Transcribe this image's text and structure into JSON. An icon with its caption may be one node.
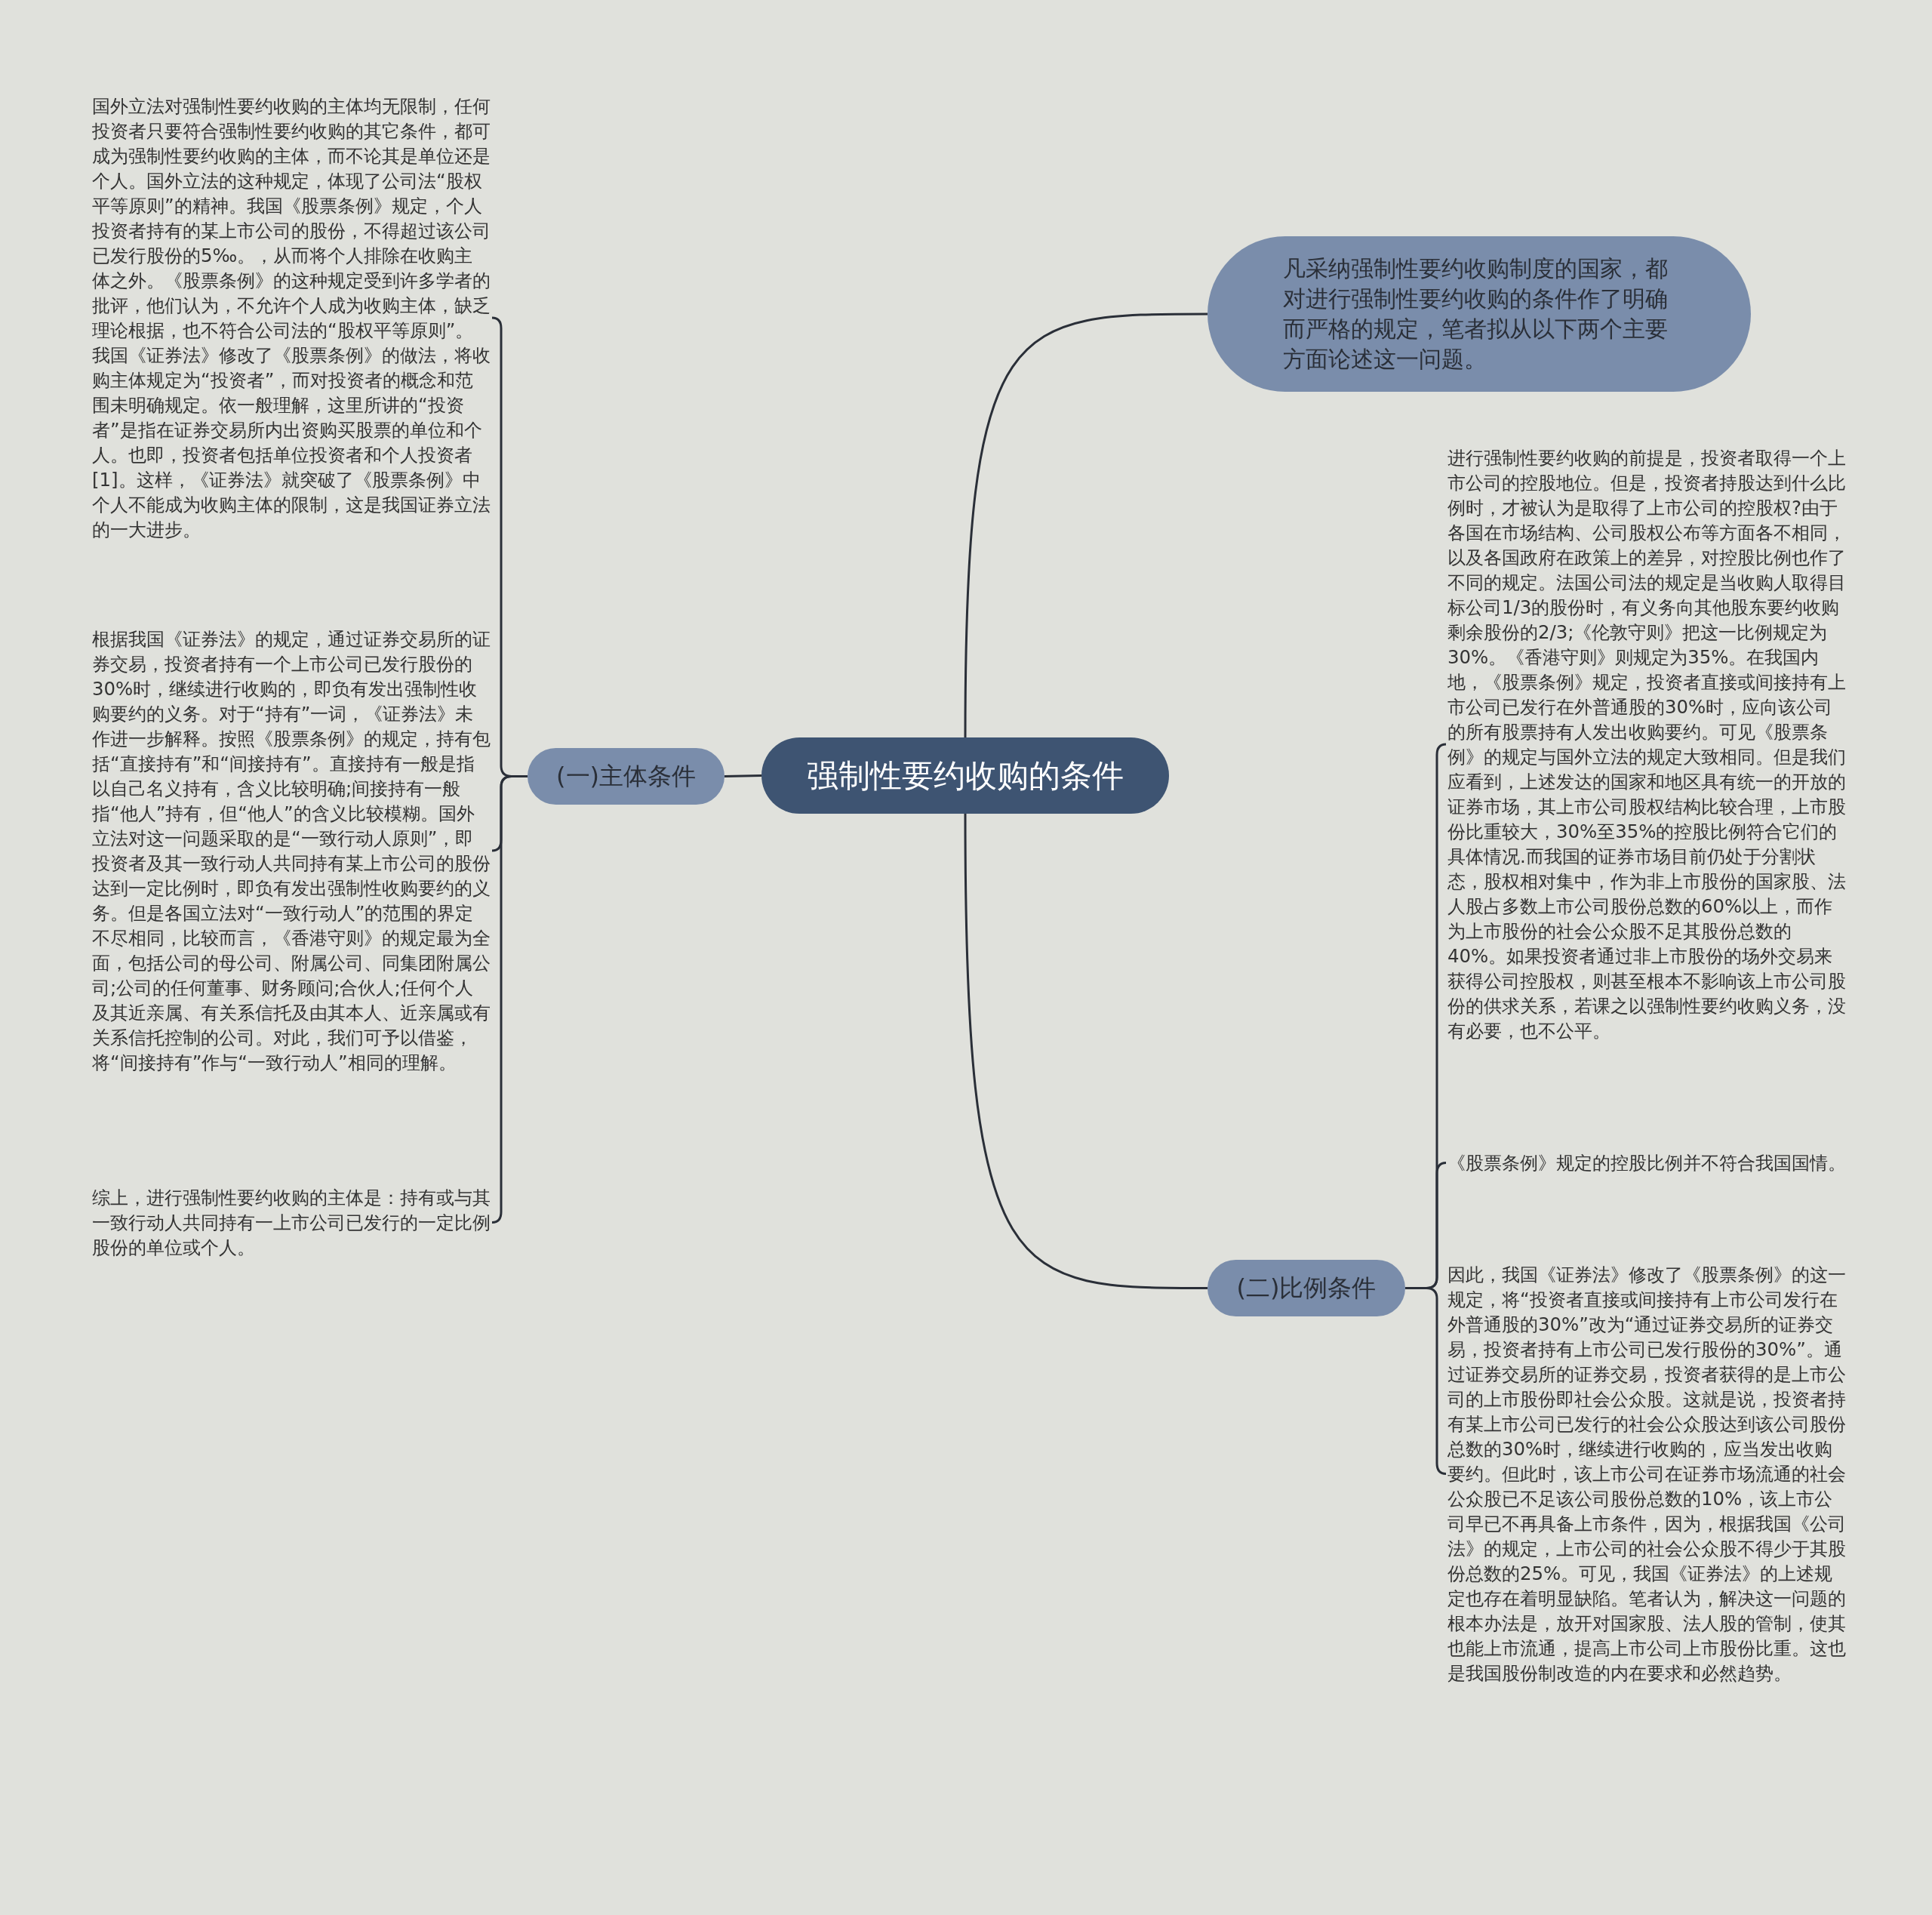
{
  "diagram": {
    "nodes": [
      {
        "text": [
          "强制性要约收购的条件"
        ]
      },
      {
        "text": [
          "凡采纳强制性要约收购制度的国家，都对进行强制性要约收购的条件作了明确而严格的规定，笔者拟从以下两个主要方面论述这一问题。"
        ]
      },
      {
        "text": [
          "(一)主体条件"
        ]
      },
      {
        "text": [
          "(二)比例条件"
        ]
      },
      {
        "text": [
          "国外立法对强制性要约收购的主体均无限制，任何投资者只要符合强制性要约收购的其它条件，都可成为强制性要约收购的主体，而不论其是单位还是个人。国外立法的这种规定，体现了公司法“股权平等原则”的精神。我国《股票条例》规定，个人投资者持有的某上市公司的股份，不得超过该公司已发行股份的5‰。，从而将个人排除在收购主体之外。《股票条例》的这种规定受到许多学者的批评，他们认为，不允许个人成为收购主体，缺乏理论根据，也不符合公司法的“股权平等原则”。我国《证券法》修改了《股票条例》的做法，将收购主体规定为“投资者”，而对投资者的概念和范围未明确规定。依一般理解，这里所讲的“投资者”是指在证券交易所内出资购买股票的单位和个人。也即，投资者包括单位投资者和个人投资者[1]。这样，《证券法》就突破了《股票条例》中个人不能成为收购主体的限制，这是我国证券立法的一大进步。"
        ]
      },
      {
        "text": [
          "根据我国《证券法》的规定，通过证券交易所的证券交易，投资者持有一个上市公司已发行股份的30%时，继续进行收购的，即负有发出强制性收购要约的义务。对于“持有”一词，《证券法》未作进一步解释。按照《股票条例》的规定，持有包括“直接持有”和“间接持有”。直接持有一般是指以自己名义持有，含义比较明确;间接持有一般指“他人”持有，但“他人”的含义比较模糊。国外立法对这一问题采取的是“一致行动人原则”，即投资者及其一致行动人共同持有某上市公司的股份达到一定比例时，即负有发出强制性收购要约的义务。但是各国立法对“一致行动人”的范围的界定不尽相同，比较而言，《香港守则》的规定最为全面，包括公司的母公司、附属公司、同集团附属公司;公司的任何董事、财务顾问;合伙人;任何个人及其近亲属、有关系信托及由其本人、近亲属或有关系信托控制的公司。对此，我们可予以借鉴，将“间接持有”作与“一致行动人”相同的理解。"
        ]
      },
      {
        "text": [
          "综上，进行强制性要约收购的主体是：持有或与其一致行动人共同持有一上市公司已发行的一定比例股份的单位或个人。"
        ]
      },
      {
        "text": [
          "进行强制性要约收购的前提是，投资者取得一个上市公司的控股地位。但是，投资者持股达到什么比例时，才被认为是取得了上市公司的控股权?由于各国在市场结构、公司股权公布等方面各不相同，以及各国政府在政策上的差异，对控股比例也作了不同的规定。法国公司法的规定是当收购人取得目标公司1/3的股份时，有义务向其他股东要约收购剩余股份的2/3;《伦敦守则》把这一比例规定为30%。《香港守则》则规定为35%。在我国内地，《股票条例》规定，投资者直接或间接持有上市公司已发行在外普通股的30%时，应向该公司的所有股票持有人发出收购要约。可见《股票条例》的规定与国外立法的规定大致相同。但是我们应看到，上述发达的国家和地区具有统一的开放的证券市场，其上市公司股权结构比较合理，上市股份比重较大，30%至35%的控股比例符合它们的具体情况.而我国的证券市场目前仍处于分割状态，股权相对集中，作为非上市股份的国家股、法人股占多数上市公司股份总数的60%以上，而作为上市股份的社会公众股不足其股份总数的40%。如果投资者通过非上市股份的场外交易来获得公司控股权，则甚至根本不影响该上市公司股份的供求关系，若课之以强制性要约收购义务，没有必要，也不公平。"
        ]
      },
      {
        "text": [
          "《股票条例》规定的控股比例并不符合我国国情。"
        ]
      },
      {
        "text": [
          "因此，我国《证券法》修改了《股票条例》的这一规定，将“投资者直接或间接持有上市公司发行在外普通股的30%”改为“通过证券交易所的证券交易，投资者持有上市公司已发行股份的30%”。通过证券交易所的证券交易，投资者获得的是上市公司的上市股份即社会公众股。这就是说，投资者持有某上市公司已发行的社会公众股达到该公司股份总数的30%时，继续进行收购的，应当发出收购要约。但此时，该上市公司在证券市场流通的社会公众股已不足该公司股份总数的10%，该上市公司早已不再具备上市条件，因为，根据我国《公司法》的规定，上市公司的社会公众股不得少于其股份总数的25%。可见，我国《证券法》的上述规定也存在着明显缺陷。笔者认为，解决这一问题的根本办法是，放开对国家股、法人股的管制，使其也能上市流通，提高上市公司上市股份比重。这也是我国股份制改造的内在要求和必然趋势。"
        ]
      }
    ],
    "edges": [
      {
        "from": 0,
        "to": 1,
        "arrow": "none"
      },
      {
        "from": 0,
        "to": 2,
        "arrow": "none"
      },
      {
        "from": 0,
        "to": 3,
        "arrow": "none"
      },
      {
        "from": 2,
        "to": 4,
        "arrow": "none"
      },
      {
        "from": 2,
        "to": 5,
        "arrow": "none"
      },
      {
        "from": 2,
        "to": 6,
        "arrow": "none"
      },
      {
        "from": 3,
        "to": 7,
        "arrow": "none"
      },
      {
        "from": 3,
        "to": 8,
        "arrow": "none"
      },
      {
        "from": 3,
        "to": 9,
        "arrow": "none"
      }
    ]
  }
}
